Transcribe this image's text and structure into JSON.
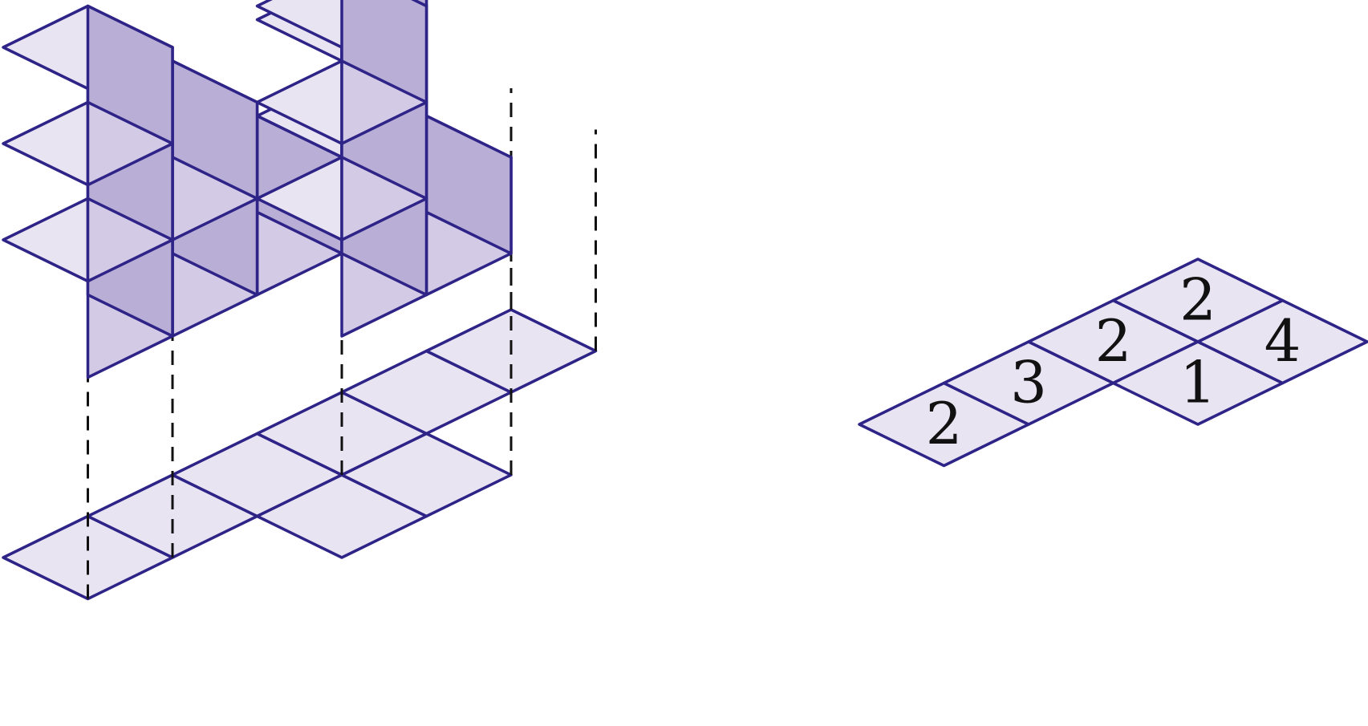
{
  "colors": {
    "stroke": "#2e2387",
    "top_face": "#e8e4f2",
    "left_face": "#d3cae6",
    "right_face": "#b9aed6",
    "base_cell": "#e8e4f2",
    "projection_line": "#111111",
    "label": "#111111"
  },
  "footprint": {
    "cells": [
      {
        "x": 0,
        "y": 0
      },
      {
        "x": 1,
        "y": 0
      },
      {
        "x": 2,
        "y": 0
      },
      {
        "x": 2,
        "y": 1
      },
      {
        "x": 3,
        "y": 1
      },
      {
        "x": 3,
        "y": 0
      },
      {
        "x": 4,
        "y": 0
      },
      {
        "x": 5,
        "y": 0
      }
    ]
  },
  "stacks": [
    {
      "x": 0,
      "y": 0,
      "height": 3
    },
    {
      "x": 1,
      "y": 0,
      "height": 2
    },
    {
      "x": 2,
      "y": 0,
      "height": 1
    },
    {
      "x": 2,
      "y": 1,
      "height": 3
    },
    {
      "x": 3,
      "y": 1,
      "height": 1
    },
    {
      "x": 3,
      "y": 0,
      "height": 3
    }
  ],
  "height_map": {
    "cells": [
      {
        "x": 0,
        "y": 0,
        "label": "2"
      },
      {
        "x": 1,
        "y": 0,
        "label": "3"
      },
      {
        "x": 2,
        "y": 0,
        "label": "2"
      },
      {
        "x": 2,
        "y": 1,
        "label": "1"
      },
      {
        "x": 3,
        "y": 1,
        "label": "4"
      },
      {
        "x": 3,
        "y": 0,
        "label": "2"
      }
    ]
  }
}
